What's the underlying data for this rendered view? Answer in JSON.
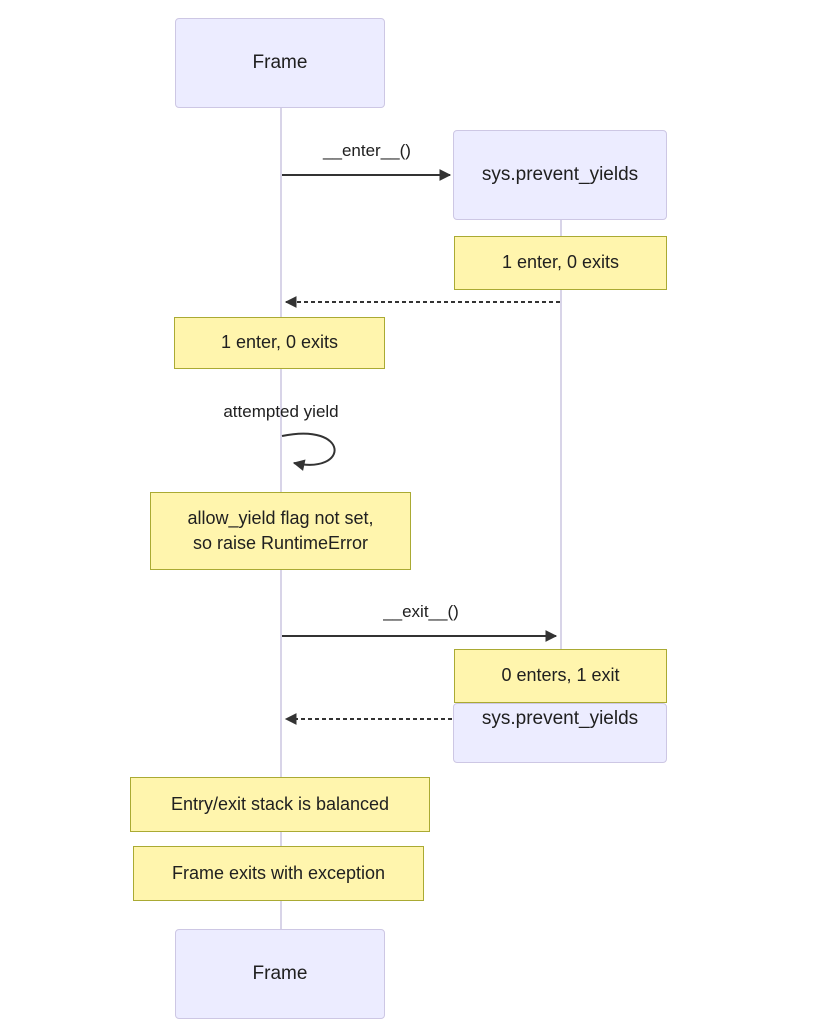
{
  "colors": {
    "actor_fill": "#ECECFF",
    "actor_border": "#CDC7E4",
    "note_fill": "#FFF5AD",
    "note_border": "#AAAA33",
    "lifeline": "#D8D4E8",
    "arrow": "#333333",
    "text": "#202020"
  },
  "actors": {
    "frame": {
      "label": "Frame"
    },
    "sys": {
      "label": "sys.prevent_yields"
    }
  },
  "messages": {
    "enter": {
      "label": "__enter__()",
      "type": "solid-arrow"
    },
    "return_enter": {
      "label": "",
      "type": "dashed-arrow"
    },
    "self_loop": {
      "label": "attempted yield",
      "type": "self-loop"
    },
    "exit": {
      "label": "__exit__()",
      "type": "solid-arrow"
    },
    "return_exit": {
      "label": "",
      "type": "dashed-arrow"
    }
  },
  "notes": {
    "sys_enter": {
      "text": "1 enter, 0 exits"
    },
    "frame_enter": {
      "text": "1 enter, 0 exits"
    },
    "runtime_error": {
      "text": "allow_yield flag not set,\nso raise RuntimeError"
    },
    "sys_exit": {
      "text": "0 enters, 1 exit"
    },
    "balanced": {
      "text": "Entry/exit stack is balanced"
    },
    "exception": {
      "text": "Frame exits with exception"
    }
  }
}
